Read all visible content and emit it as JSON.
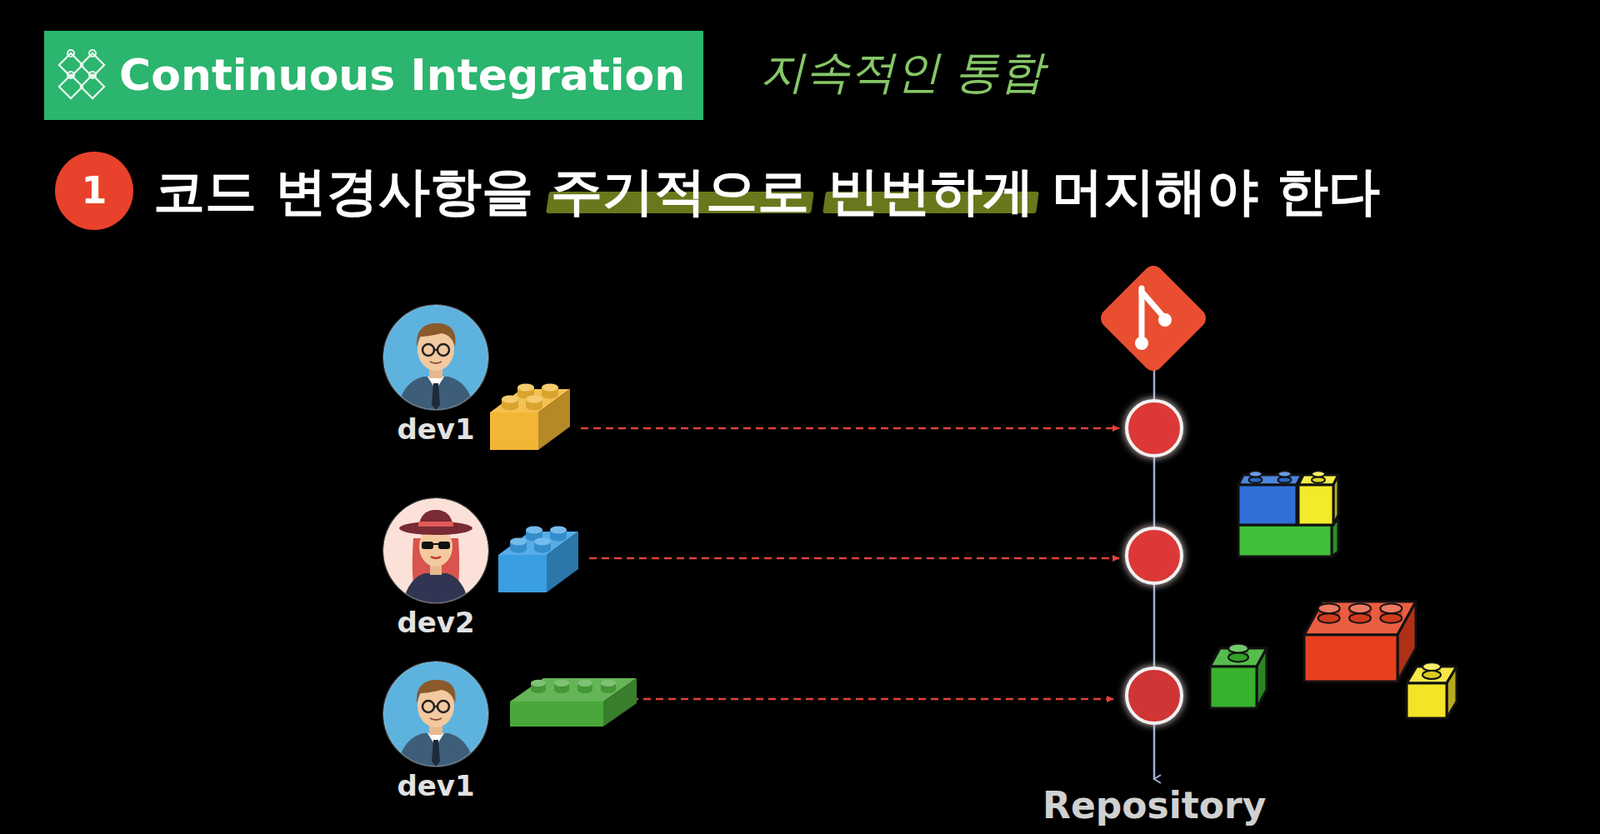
{
  "diagram": {
    "nodes": [
      {
        "text": [
          "Continuous Integration"
        ]
      },
      {
        "text": [
          "1"
        ]
      },
      {
        "text": [
          "dev1"
        ]
      },
      {
        "text": [
          "dev2"
        ]
      },
      {
        "text": [
          "dev1"
        ]
      }
    ],
    "labels": [
      "지속적인 통합",
      "코드 변경사항을 주기적으로 빈번하게 머지해야 한다",
      "Repository"
    ]
  }
}
